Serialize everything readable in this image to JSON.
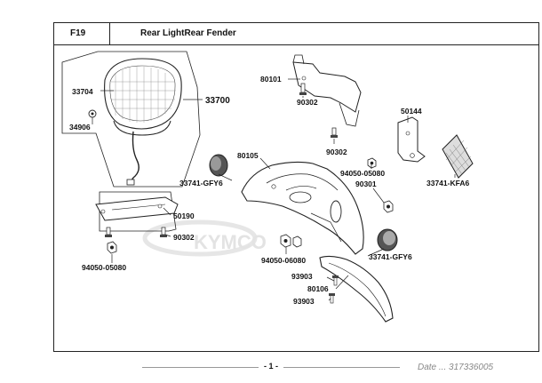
{
  "header": {
    "code": "F19",
    "title": "Rear LightRear Fender"
  },
  "footer": {
    "page": "- 1 -"
  },
  "watermark": "Date ... 317336005",
  "logo_text": "KYMCO",
  "callouts": {
    "c33704": "33704",
    "c33700": "33700",
    "c34906": "34906",
    "c80101": "80101",
    "c90302a": "90302",
    "c90302b": "90302",
    "c50144": "50144",
    "c80105": "80105",
    "c94050a": "94050-05080",
    "c33741a": "33741-GFY6",
    "c90301": "90301",
    "c33741kfa": "33741-KFA6",
    "c50190": "50190",
    "c90302c": "90302",
    "c94050b": "94050-05080",
    "c94050c": "94050-06080",
    "c33741b": "33741-GFY6",
    "c93903a": "93903",
    "c80106": "80106",
    "c93903b": "93903"
  }
}
